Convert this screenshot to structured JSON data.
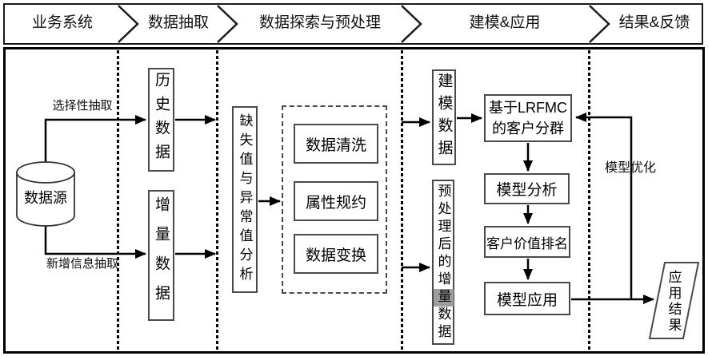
{
  "header": {
    "stages": [
      {
        "label": "业务系统"
      },
      {
        "label": "数据抽取"
      },
      {
        "label": "数据探索与预处理"
      },
      {
        "label": "建模&应用"
      },
      {
        "label": "结果&反馈"
      }
    ]
  },
  "flow": {
    "data_source": "数据源",
    "selective_extraction_label": "选择性抽取",
    "new_info_extraction_label": "新增信息抽取",
    "historical_data": "历史数据",
    "incremental_data": "增量数据",
    "missing_outlier_analysis": "缺失值与异常值分析",
    "preprocess_steps": [
      "数据清洗",
      "属性规约",
      "数据变换"
    ],
    "modeling_data": "建模数据",
    "preprocessed_incremental": {
      "part1": "预处理后的增",
      "highlighted": "量",
      "part2": "数据"
    },
    "lrfmc_segmentation_line1": "基于LRFMC",
    "lrfmc_segmentation_line2": "的客户分群",
    "model_analysis": "模型分析",
    "customer_value_ranking": "客户价值排名",
    "model_application": "模型应用",
    "model_optimization_label": "模型优化",
    "application_result": "应用结果"
  },
  "colors": {
    "line": "#000000",
    "box_border": "#4a4a4a",
    "selection_highlight": "#9e9e9e",
    "background": "#ffffff"
  }
}
